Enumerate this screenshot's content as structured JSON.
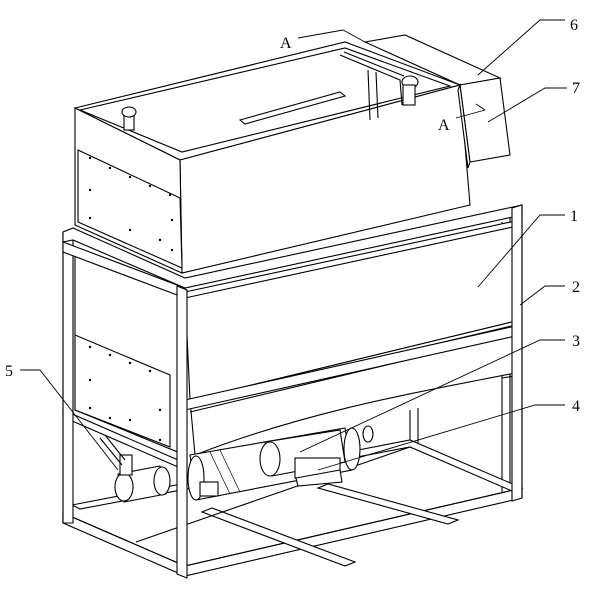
{
  "figure": {
    "section_mark_top": "A",
    "section_mark_side": "A",
    "labels": [
      {
        "id": "label-1",
        "text": "1"
      },
      {
        "id": "label-2",
        "text": "2"
      },
      {
        "id": "label-3",
        "text": "3"
      },
      {
        "id": "label-4",
        "text": "4"
      },
      {
        "id": "label-5",
        "text": "5"
      },
      {
        "id": "label-6",
        "text": "6"
      },
      {
        "id": "label-7",
        "text": "7"
      }
    ]
  }
}
